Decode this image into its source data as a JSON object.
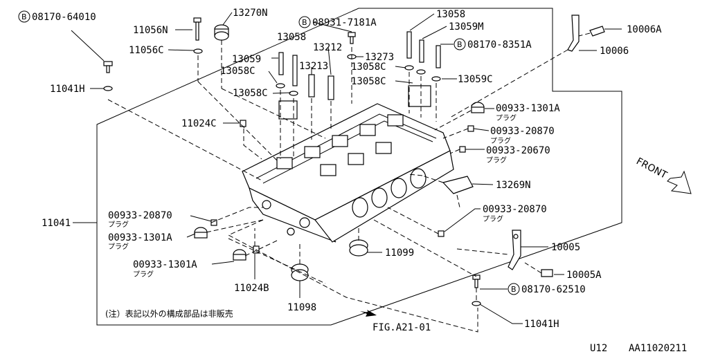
{
  "plug_label": "プラグ",
  "circle_mark": "B",
  "labels": {
    "p08170_64010": "08170-64010",
    "p11056N": "11056N",
    "p11056C": "11056C",
    "p11041H_top": "11041H",
    "p13270N": "13270N",
    "p08931_7181A": "08931-7181A",
    "p13058_a": "13058",
    "p13059_a": "13059",
    "p13058C_a": "13058C",
    "p13058C_b": "13058C",
    "p13212": "13212",
    "p13213": "13213",
    "p13273": "13273",
    "p13058_b": "13058",
    "p13059M": "13059M",
    "p08170_8351A": "08170-8351A",
    "p13058C_c": "13058C",
    "p13058C_d": "13058C",
    "p13059C": "13059C",
    "p10006A": "10006A",
    "p10006": "10006",
    "p00933_1301A_r": "00933-1301A",
    "p00933_20870_r": "00933-20870",
    "p00933_20670": "00933-20670",
    "p11024C": "11024C",
    "p13269N": "13269N",
    "p00933_20870_br": "00933-20870",
    "p11041": "11041",
    "p00933_20870_l": "00933-20870",
    "p00933_1301A_l": "00933-1301A",
    "p00933_1301A_bl": "00933-1301A",
    "p11024B": "11024B",
    "p11099": "11099",
    "p11098": "11098",
    "p10005": "10005",
    "p10005A": "10005A",
    "p08170_62510": "08170-62510",
    "p11041H_bot": "11041H"
  },
  "fig_ref": "FIG.A21-01",
  "front": "FRONT",
  "note": "(注）表記以外の構成部品は非販売",
  "footer_left": "U12",
  "footer_right": "AA11020211"
}
